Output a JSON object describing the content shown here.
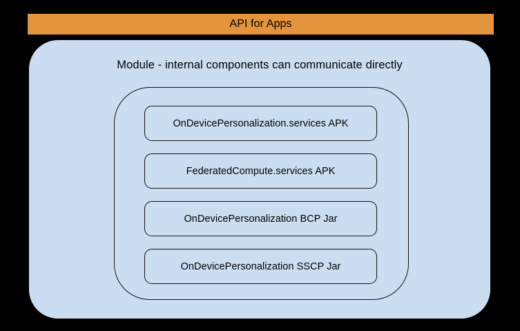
{
  "diagram": {
    "background_color": "#000000",
    "banner": {
      "label": "API for Apps",
      "fill_color": "#e3943c",
      "text_color": "#000000"
    },
    "module": {
      "title": "Module - internal components can communicate directly",
      "fill_color": "#cbddf0",
      "outline_color": "#111111"
    },
    "components": [
      {
        "label": "OnDevicePersonalization.services APK"
      },
      {
        "label": "FederatedCompute.services APK"
      },
      {
        "label": "OnDevicePersonalization BCP Jar"
      },
      {
        "label": "OnDevicePersonalization SSCP Jar"
      }
    ]
  }
}
